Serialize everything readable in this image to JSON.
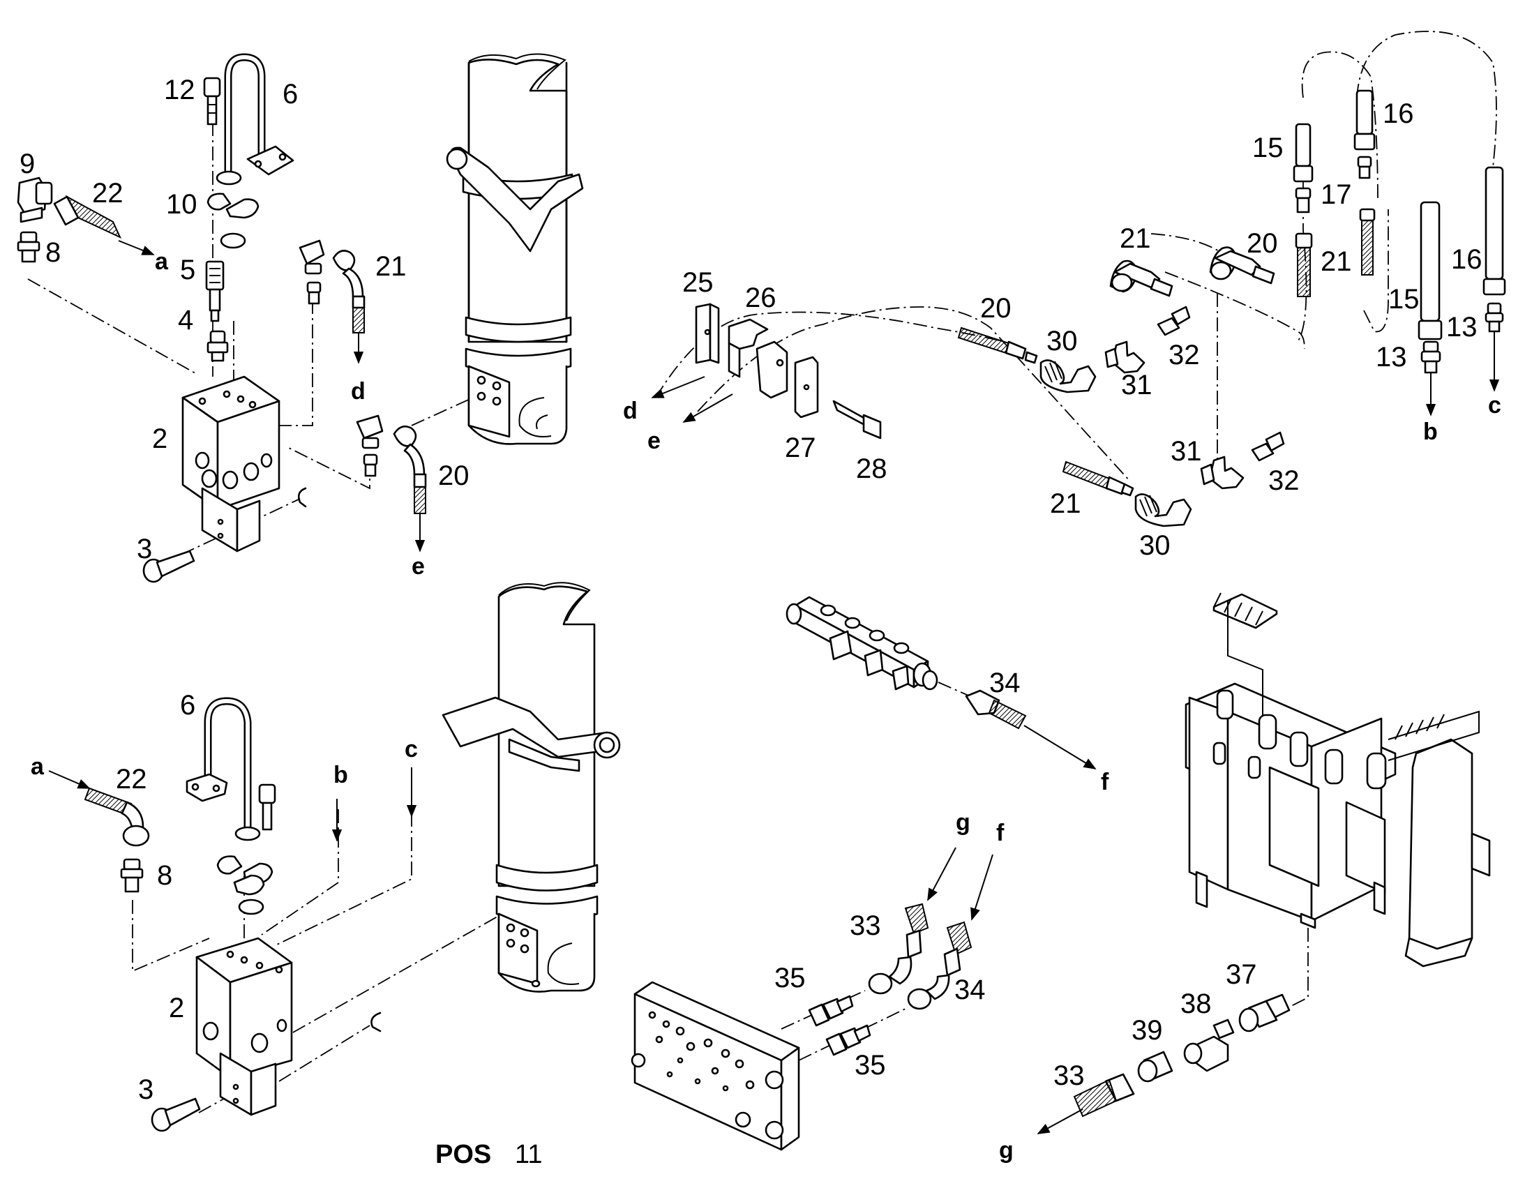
{
  "labels": {
    "top_left": {
      "n12": "12",
      "n6": "6",
      "n9": "9",
      "n22": "22",
      "n10": "10",
      "n8": "8",
      "n5": "5",
      "n4": "4",
      "n2": "2",
      "n3": "3",
      "n21": "21",
      "n20": "20",
      "la": "a",
      "ld": "d",
      "le": "e"
    },
    "top_right": {
      "n25": "25",
      "n26": "26",
      "n27": "27",
      "n28": "28",
      "ld": "d",
      "le": "e",
      "n20a": "20",
      "n30a": "30",
      "n31a": "31",
      "n32a": "32",
      "n21a": "21",
      "n21b": "21",
      "n30b": "30",
      "n31b": "31",
      "n32b": "32",
      "n20b": "20",
      "n21c": "21",
      "n15a": "15",
      "n16a": "16",
      "n17": "17",
      "n15b": "15",
      "n13a": "13",
      "n16b": "16",
      "n13b": "13",
      "lb": "b",
      "lc": "c"
    },
    "bottom_left": {
      "n6": "6",
      "la": "a",
      "n22": "22",
      "n8": "8",
      "lb": "b",
      "lc": "c",
      "n2": "2",
      "n3": "3"
    },
    "bottom_right": {
      "n34a": "34",
      "lf": "f",
      "lg": "g",
      "lf2": "f",
      "n33a": "33",
      "n35a": "35",
      "n34b": "34",
      "n35b": "35",
      "n37": "37",
      "n38": "38",
      "n39": "39",
      "n33b": "33",
      "lg2": "g"
    },
    "pos_label": "POS",
    "pos_number": "11"
  }
}
